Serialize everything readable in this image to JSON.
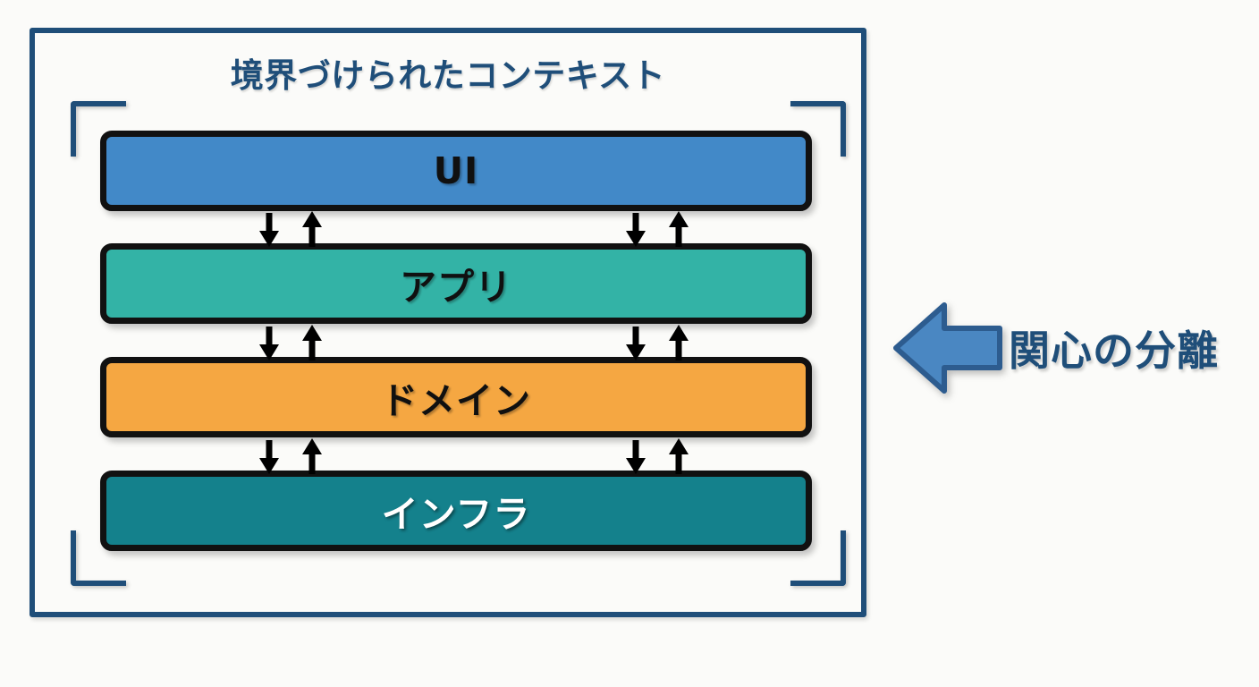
{
  "diagram": {
    "title": "境界づけられたコンテキスト",
    "layers": [
      {
        "id": "ui",
        "label": "UI",
        "color": "#4289c8",
        "text_color": "#101010"
      },
      {
        "id": "app",
        "label": "アプリ",
        "color": "#33b3a6",
        "text_color": "#101010"
      },
      {
        "id": "domain",
        "label": "ドメイン",
        "color": "#f5a742",
        "text_color": "#101010"
      },
      {
        "id": "infra",
        "label": "インフラ",
        "color": "#14818c",
        "text_color": "#ffffff"
      }
    ],
    "connectors": {
      "count_per_gap": 4,
      "gaps": 3,
      "directions": [
        "down",
        "up",
        "down",
        "up"
      ],
      "color": "#000000"
    },
    "callout": {
      "label": "関心の分離",
      "arrow_direction": "left",
      "arrow_fill": "#4a87c2",
      "arrow_stroke": "#2d5c8f",
      "text_color": "#1f4e79"
    },
    "frame": {
      "border_color": "#1f4e79",
      "bracket_color": "#1f4e79",
      "background": "#fbfbf9"
    }
  }
}
